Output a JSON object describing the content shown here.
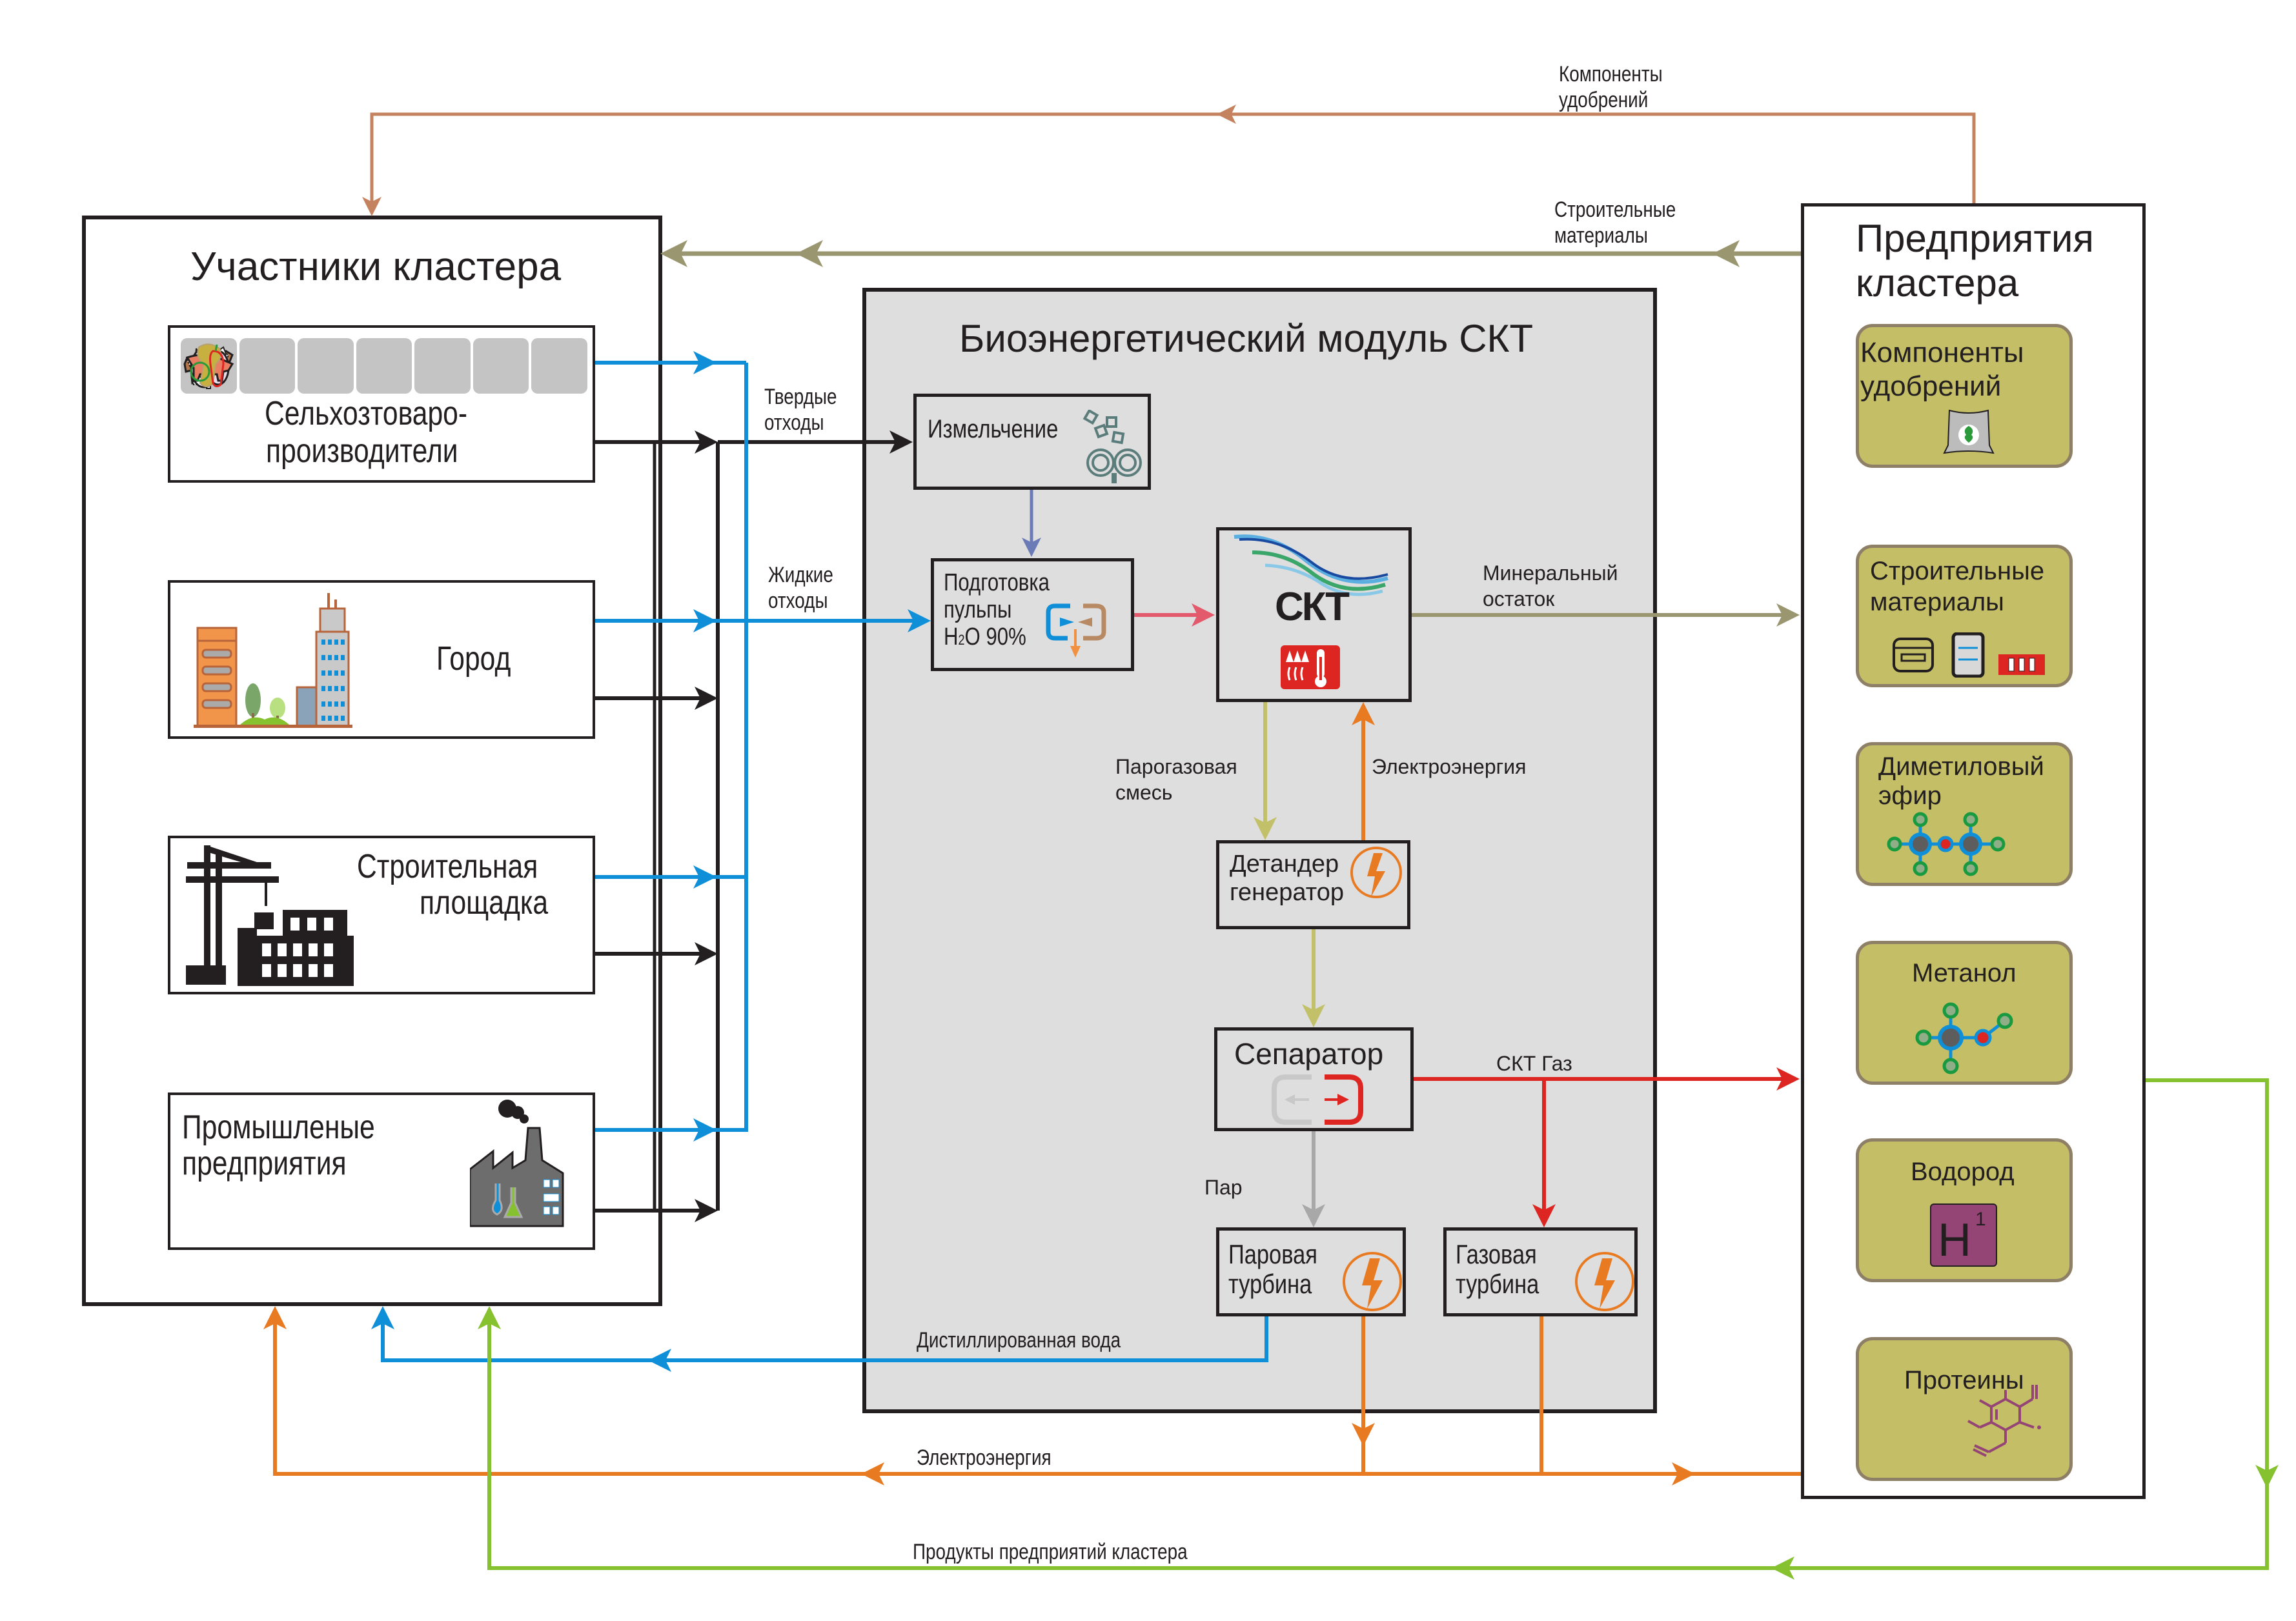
{
  "participants": {
    "title": "Участники кластера",
    "members": [
      {
        "id": "agri",
        "label_line1": "Сельхозтоваро-",
        "label_line2": "производители",
        "icons": [
          "cow-icon",
          "sheep-icon",
          "chicken-icon",
          "egg-icon",
          "pig-icon",
          "grain-icon",
          "vegetables-icon"
        ]
      },
      {
        "id": "city",
        "label_line1": "Город",
        "icons": [
          "city-buildings-icon"
        ]
      },
      {
        "id": "construction",
        "label_line1": "Строительная",
        "label_line2": "площадка",
        "icons": [
          "crane-icon"
        ]
      },
      {
        "id": "industry",
        "label_line1": "Промышленые",
        "label_line2": "предприятия",
        "icons": [
          "factory-icon"
        ]
      }
    ]
  },
  "module": {
    "title": "Биоэнергетический модуль СКТ",
    "grinding": {
      "label": "Измельчение",
      "icon": "gears-icon"
    },
    "pulp": {
      "label_line1": "Подготовка",
      "label_line2": "пульпы",
      "label_line3_pre": "H",
      "label_line3_sub": "2",
      "label_line3_post": "O 90%",
      "icon": "mixer-icon"
    },
    "skt": {
      "label": "СКТ",
      "icon": "heat-thermometer-icon"
    },
    "expander": {
      "label_line1": "Детандер",
      "label_line2": "генератор",
      "icon": "lightning-icon"
    },
    "separator": {
      "label": "Сепаратор",
      "icon": "separator-icon"
    },
    "steam_turbine": {
      "label_line1": "Паровая",
      "label_line2": "турбина",
      "icon": "lightning-icon"
    },
    "gas_turbine": {
      "label_line1": "Газовая",
      "label_line2": "турбина",
      "icon": "lightning-icon"
    }
  },
  "enterprises": {
    "title_line1": "Предприятия",
    "title_line2": "кластера",
    "items": [
      {
        "label_line1": "Компоненты",
        "label_line2": "удобрений",
        "icon": "fertilizer-bag-icon"
      },
      {
        "label_line1": "Строительные",
        "label_line2": "материалы",
        "icon": "building-materials-icon"
      },
      {
        "label_line1": "Диметиловый",
        "label_line2": "эфир",
        "icon": "dimethyl-ether-molecule-icon"
      },
      {
        "label_line1": "Метанол",
        "icon": "methanol-molecule-icon"
      },
      {
        "label_line1": "Водород",
        "icon": "hydrogen-element-icon",
        "element_symbol": "H",
        "element_number": "1"
      },
      {
        "label_line1": "Протеины",
        "icon": "protein-structure-icon"
      }
    ]
  },
  "flows": {
    "fertilizer_components_line1": "Компоненты",
    "fertilizer_components_line2": "удобрений",
    "building_materials_line1": "Строительные",
    "building_materials_line2": "материалы",
    "solid_waste_line1": "Твердые",
    "solid_waste_line2": "отходы",
    "liquid_waste_line1": "Жидкие",
    "liquid_waste_line2": "отходы",
    "mineral_residue_line1": "Минеральный",
    "mineral_residue_line2": "остаток",
    "steam_gas_mix_line1": "Парогазовая",
    "steam_gas_mix_line2": "смесь",
    "electricity_internal": "Электроэнергия",
    "skt_gas": "СКТ Газ",
    "steam": "Пар",
    "distilled_water": "Дистиллированная вода",
    "electricity": "Электроэнергия",
    "cluster_products": "Продукты предприятий кластера"
  },
  "colors": {
    "fertilizer_flow": "#c4835e",
    "building_flow": "#9a9670",
    "water_flow": "#0f8fd8",
    "waste_flow": "#231f20",
    "grinding_flow": "#6a7bb8",
    "pulp_flow": "#e25a6b",
    "mixture_flow": "#c3c06a",
    "electric_flow": "#e87a22",
    "gas_flow": "#dd2622",
    "steam_flow": "#a8a8a8",
    "products_flow": "#86c12f",
    "enterprise_item_fill": "#c4bf66",
    "module_fill": "#dedede"
  }
}
